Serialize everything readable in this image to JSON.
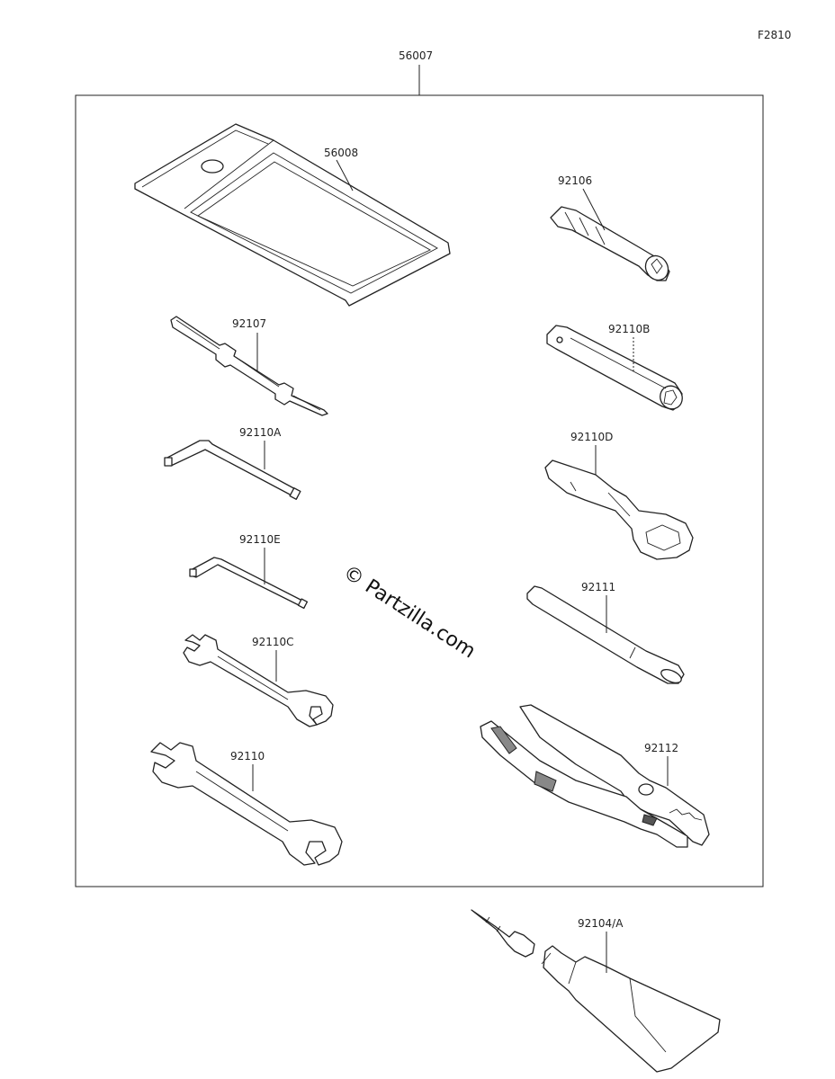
{
  "figure_code": "F2810",
  "assembly": {
    "part_number": "56007"
  },
  "parts": [
    {
      "id": "pouch",
      "part_number": "56008",
      "icon": "tool-pouch-icon"
    },
    {
      "id": "screwdriver",
      "part_number": "92107",
      "icon": "screwdriver-icon"
    },
    {
      "id": "hex-key-a",
      "part_number": "92110A",
      "icon": "hex-key-icon"
    },
    {
      "id": "hex-key-e",
      "part_number": "92110E",
      "icon": "hex-key-icon"
    },
    {
      "id": "wrench-c",
      "part_number": "92110C",
      "icon": "open-end-wrench-icon"
    },
    {
      "id": "wrench",
      "part_number": "92110",
      "icon": "open-end-wrench-icon"
    },
    {
      "id": "socket",
      "part_number": "92106",
      "icon": "socket-icon"
    },
    {
      "id": "box-wrench-b",
      "part_number": "92110B",
      "icon": "box-wrench-icon"
    },
    {
      "id": "ring-wrench-d",
      "part_number": "92110D",
      "icon": "ring-wrench-icon"
    },
    {
      "id": "handle",
      "part_number": "92111",
      "icon": "extension-bar-icon"
    },
    {
      "id": "pliers",
      "part_number": "92112",
      "icon": "pliers-icon"
    },
    {
      "id": "grease-tube",
      "part_number": "92104/A",
      "icon": "grease-tube-icon"
    }
  ],
  "watermark": "© Partzilla.com"
}
